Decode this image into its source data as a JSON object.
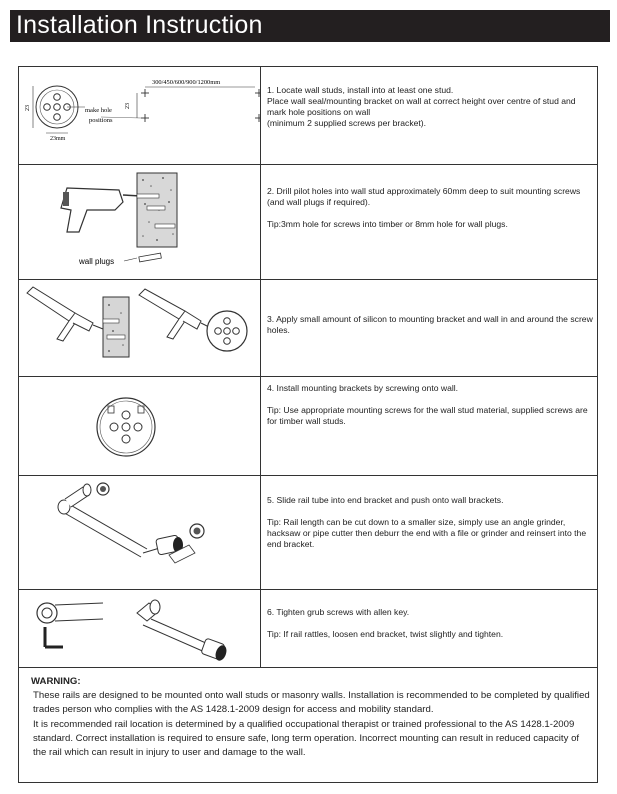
{
  "header": {
    "title": "Installation Instruction"
  },
  "steps": [
    {
      "main": "1. Locate wall studs, install into at least one stud.\nPlace wall seal/mounting bracket on wall at correct height over centre of stud and mark hole positions on wall\n(minimum 2 supplied screws per bracket).",
      "tip": ""
    },
    {
      "main": "2. Drill pilot holes into wall stud approximately 60mm deep to suit mounting screws (and wall plugs if required).",
      "tip": "Tip:3mm hole for screws into timber or 8mm hole for wall plugs."
    },
    {
      "main": "3. Apply small amount of silicon to mounting bracket and wall in and around the screw holes.",
      "tip": ""
    },
    {
      "main": "4. Install mounting brackets by screwing onto wall.",
      "tip": "Tip: Use appropriate mounting screws for the wall stud material, supplied screws are for timber wall studs."
    },
    {
      "main": "5. Slide rail tube into end bracket and push onto wall brackets.",
      "tip": "Tip: Rail length can be cut down to a smaller size, simply use an angle grinder, hacksaw or pipe cutter then deburr the end with a file or grinder and reinsert into the end bracket."
    },
    {
      "main": "6. Tighten grub screws with allen key.",
      "tip": "Tip: If rail rattles, loosen end bracket, twist slightly and tighten."
    }
  ],
  "illustration_labels": {
    "dim_23_vertical": "23",
    "dim_23_side": "23",
    "dim_23_bottom": "23mm",
    "spacing": "300/450/600/900/1200mm",
    "make_hole": "make hole",
    "positions": "positions",
    "wall_plugs": "wall plugs"
  },
  "warning": {
    "heading": "WARNING:",
    "paragraph1": "These rails are designed to be mounted onto wall studs or masonry walls. Installation is recommended to be completed by qualified trades person who complies with the AS 1428.1-2009 design for access and mobility standard.",
    "paragraph2": "It is recommended rail location is determined by a qualified occupational therapist or trained professional to the AS 1428.1-2009 standard. Correct installation is required to ensure safe, long term operation. Incorrect mounting can result in reduced capacity of the rail which can result in injury to user and damage to the wall."
  },
  "colors": {
    "title_bg": "#231f20",
    "title_text": "#ffffff",
    "border": "#333333"
  }
}
